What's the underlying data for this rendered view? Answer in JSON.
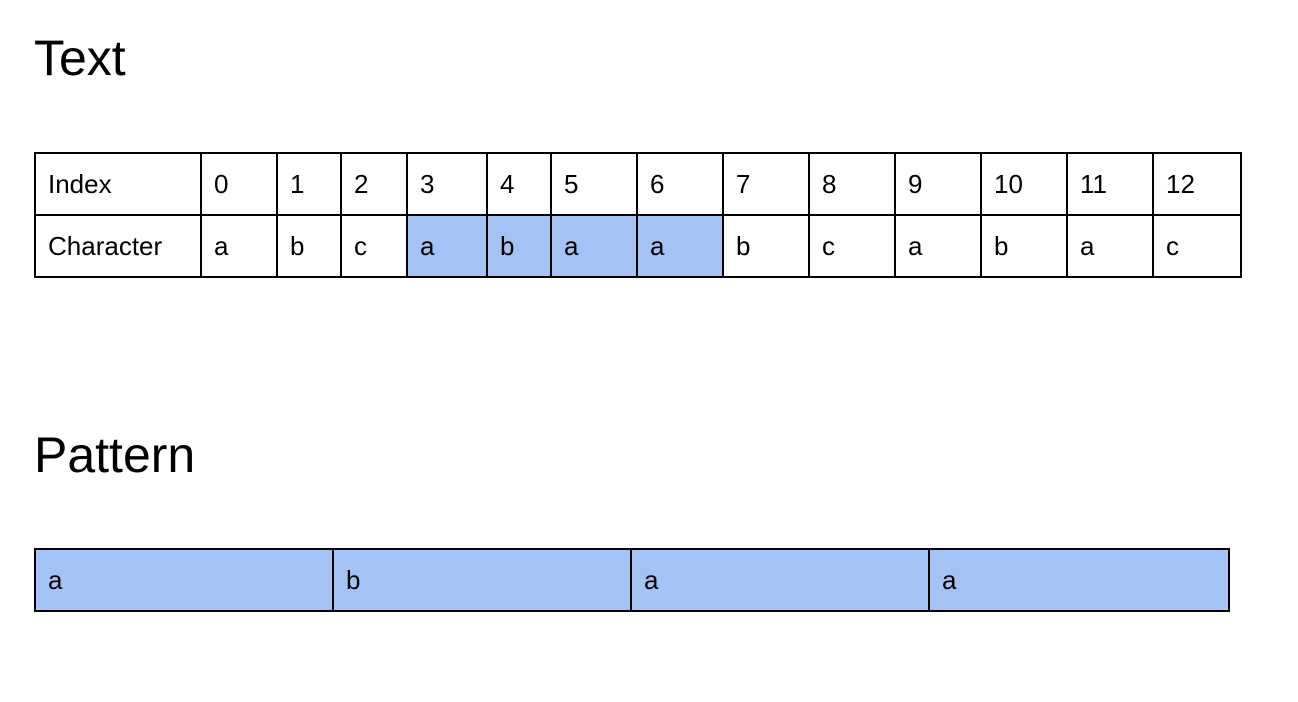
{
  "text_section": {
    "title": "Text",
    "row_labels": [
      "Index",
      "Character"
    ],
    "indices": [
      "0",
      "1",
      "2",
      "3",
      "4",
      "5",
      "6",
      "7",
      "8",
      "9",
      "10",
      "11",
      "12"
    ],
    "characters": [
      "a",
      "b",
      "c",
      "a",
      "b",
      "a",
      "a",
      "b",
      "c",
      "a",
      "b",
      "a",
      "c"
    ],
    "highlighted_indices": [
      3,
      4,
      5,
      6
    ]
  },
  "pattern_section": {
    "title": "Pattern",
    "characters": [
      "a",
      "b",
      "a",
      "a"
    ]
  },
  "colors": {
    "highlight": "#a4c2f4",
    "border": "#000000"
  }
}
